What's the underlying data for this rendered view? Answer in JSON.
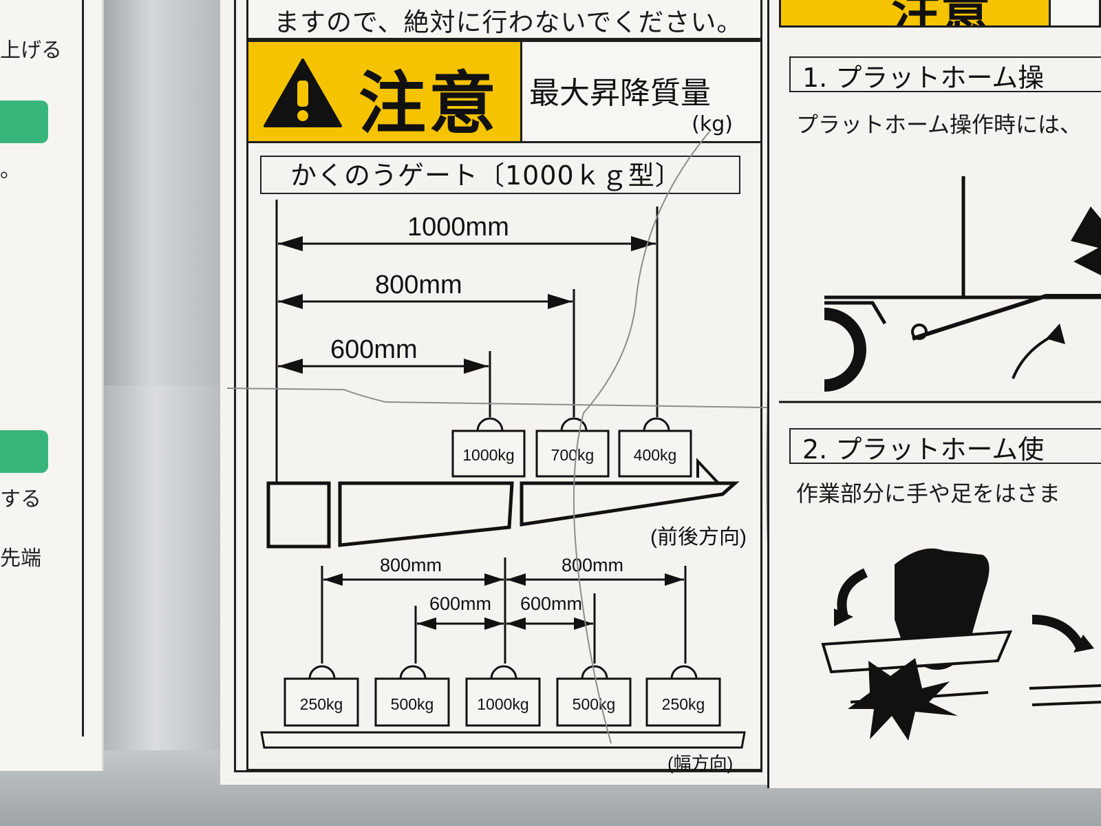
{
  "top_text": "ますので、絶対に行わないでください。",
  "caution": {
    "word": "注意",
    "max_label": "最大昇降質量",
    "unit": "(kg)"
  },
  "model_label": "かくのうゲート〔1000ｋｇ型〕",
  "front_back": {
    "dimensions": [
      "1000mm",
      "800mm",
      "600mm"
    ],
    "loads": [
      "1000kg",
      "700kg",
      "400kg"
    ],
    "direction": "(前後方向)"
  },
  "width": {
    "outer_dims": [
      "800mm",
      "800mm"
    ],
    "inner_dims": [
      "600mm",
      "600mm"
    ],
    "loads": [
      "250kg",
      "500kg",
      "1000kg",
      "500kg",
      "250kg"
    ],
    "direction": "(幅方向)"
  },
  "left_sticker": {
    "fragments": [
      "上げる",
      "。",
      "する",
      "先端"
    ]
  },
  "right_sticker": {
    "step1_title": "1. プラットホーム操",
    "step1_text": "プラットホーム操作時には、",
    "step2_title": "2. プラットホーム使",
    "step2_text": "作業部分に手や足をはさま",
    "caution_word": "注意"
  },
  "colors": {
    "caution_yellow": "#f5c300",
    "badge_green": "#37b57a",
    "ink": "#1a1a1a",
    "paper": "#f4f3ef"
  },
  "icons": [
    "warning-triangle-icon",
    "curved-arrow-icon",
    "hand-crush-icon",
    "spark-icon"
  ]
}
